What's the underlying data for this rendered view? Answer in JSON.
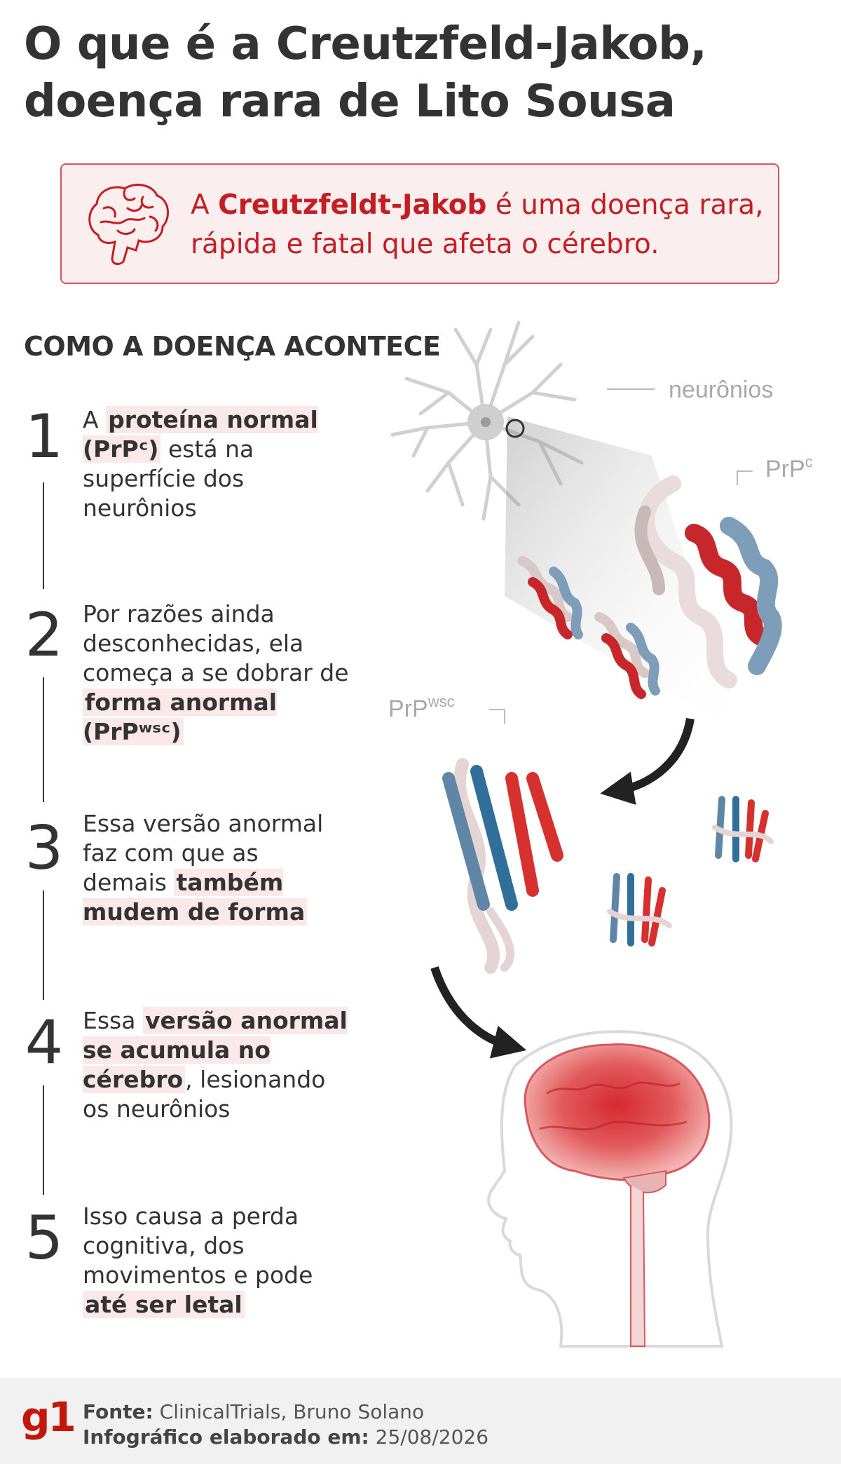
{
  "title": "O que é a Creutzfeld-Jakob, doença rara de Lito Sousa",
  "intro": {
    "prefix": "A ",
    "highlight": "Creutzfeldt-Jakob",
    "suffix": " é uma doença rara, rápida e fatal que afeta o cérebro."
  },
  "section_title": "COMO A DOENÇA ACONTECE",
  "steps": [
    {
      "number": "1",
      "pre": "A ",
      "bold": "proteína normal (PrPᶜ)",
      "post": " está na superfície dos neurônios"
    },
    {
      "number": "2",
      "pre": "Por razões ainda desconhecidas, ela começa a se dobrar de ",
      "bold": "forma anormal (PrPʷˢᶜ)",
      "post": ""
    },
    {
      "number": "3",
      "pre": "Essa versão anormal faz com que as demais ",
      "bold": "também mudem de forma",
      "post": ""
    },
    {
      "number": "4",
      "pre": "Essa ",
      "bold": "versão anormal se acumula no cérebro",
      "post": ", lesionando os neurônios"
    },
    {
      "number": "5",
      "pre": "Isso causa a perda cognitiva, dos movimentos e pode ",
      "bold": "até ser letal",
      "post": ""
    }
  ],
  "labels": {
    "neuron": "neurônios",
    "prpc_base": "PrP",
    "prpc_sup": "c",
    "prpwsc_base": "PrP",
    "prpwsc_sup": "wsc"
  },
  "footer": {
    "logo": "g1",
    "source_label": "Fonte:",
    "source_value": "ClinicalTrials, Bruno Solano",
    "date_label": "Infográfico elaborado em:",
    "date_value": "25/08/2026"
  },
  "colors": {
    "accent_red": "#c41d23",
    "box_bg": "#fbeeee",
    "helix_red": "#c7272b",
    "helix_blue": "#5f86a6",
    "strand_blue": "#2f6f99"
  }
}
